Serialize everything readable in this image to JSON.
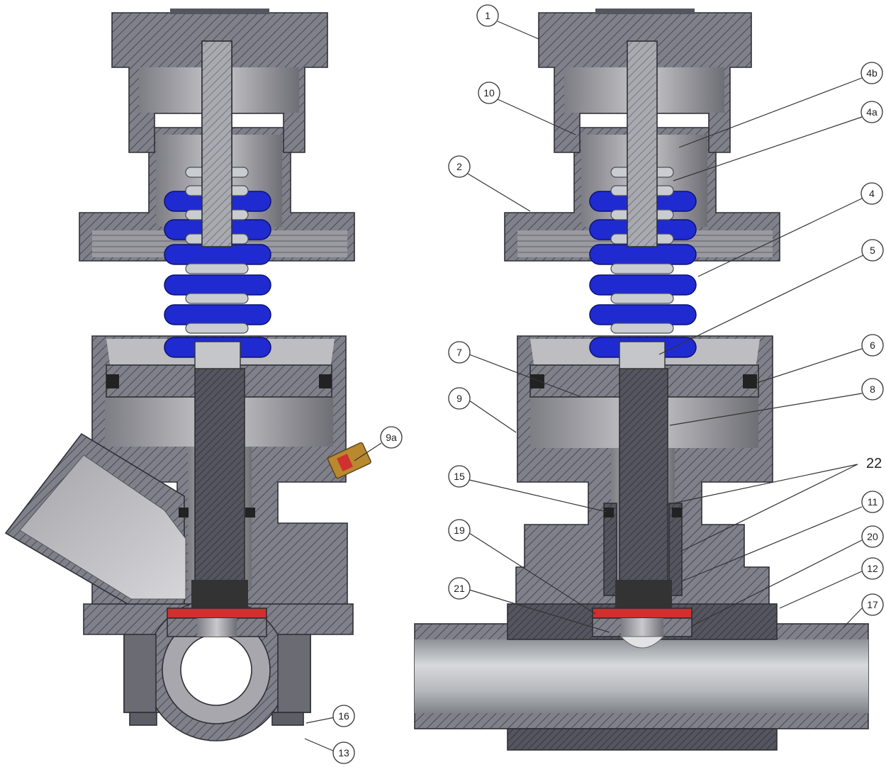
{
  "callouts": {
    "c1": "1",
    "c2": "2",
    "c4": "4",
    "c4a": "4a",
    "c4b": "4b",
    "c5": "5",
    "c6": "6",
    "c7": "7",
    "c8": "8",
    "c9": "9",
    "c9a": "9a",
    "c10": "10",
    "c11": "11",
    "c12": "12",
    "c13": "13",
    "c15": "15",
    "c16": "16",
    "c17": "17",
    "c19": "19",
    "c20": "20",
    "c21": "21",
    "c22": "22"
  },
  "colors": {
    "body_hatch": "#7b7b86",
    "body_dark": "#4e4e58",
    "spring_blue": "#1f2bd0",
    "spring_inner": "#bfc3c8",
    "seal_red": "#d0302e",
    "brass": "#b8892e",
    "pipe": "#a9adb2"
  }
}
